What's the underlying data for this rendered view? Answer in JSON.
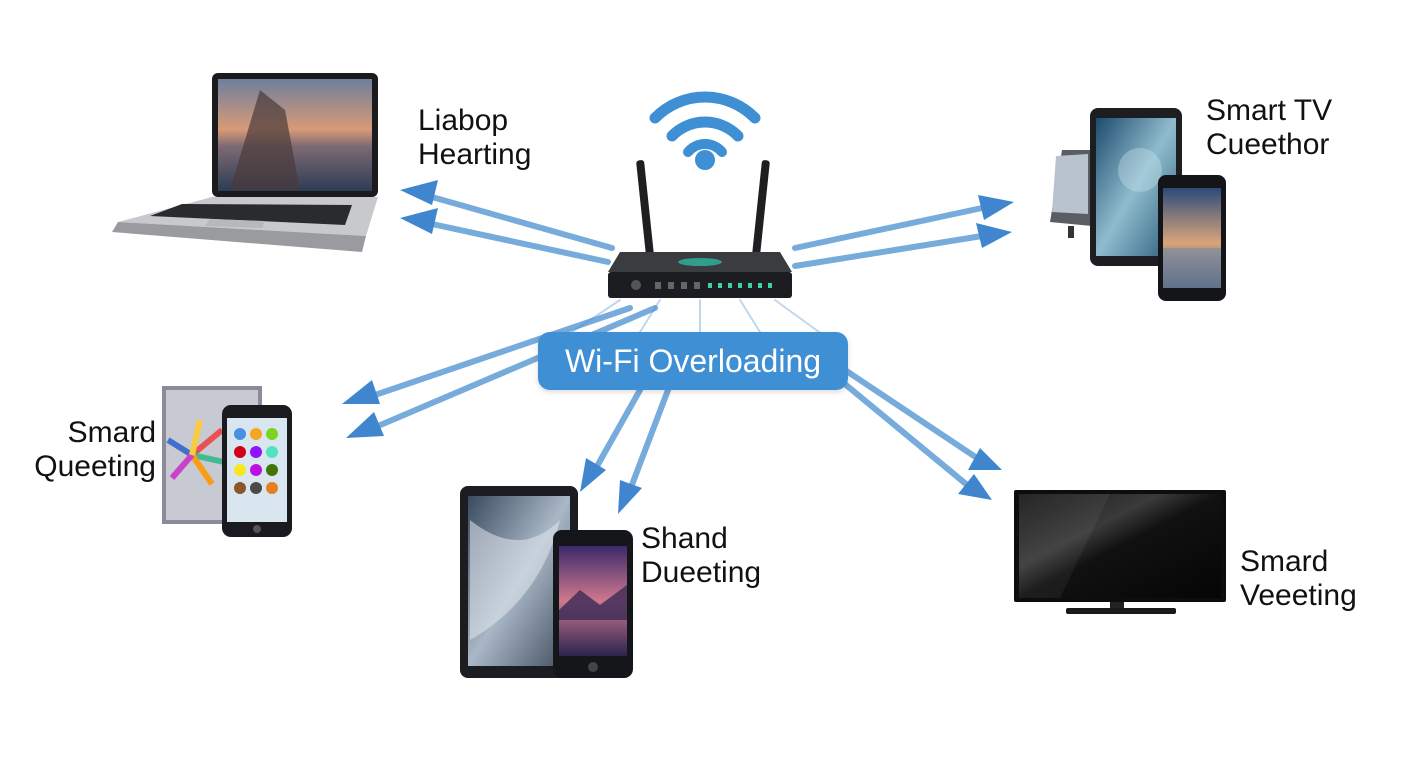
{
  "colors": {
    "accent": "#3f8fd4",
    "arrow": "#4a90d0",
    "text": "#111111",
    "background": "#ffffff"
  },
  "center": {
    "label": "Wi-Fi Overloading",
    "device": "router-icon",
    "signal": "wifi-signal-icon"
  },
  "devices": [
    {
      "id": "laptop",
      "icon": "laptop-icon",
      "label_lines": [
        "Liabop",
        "Hearting"
      ]
    },
    {
      "id": "smart-tv-tablet",
      "icon": "tablet-phone-icon",
      "label_lines": [
        "Smart TV",
        "Cueethor"
      ]
    },
    {
      "id": "phone-left",
      "icon": "smartphone-icon",
      "label_lines": [
        "Smard",
        "Queeting"
      ]
    },
    {
      "id": "tablet-phone",
      "icon": "tablet-phone-icon",
      "label_lines": [
        "Shand",
        "Dueeting"
      ]
    },
    {
      "id": "tv",
      "icon": "tv-icon",
      "label_lines": [
        "Smard",
        "Veeeting"
      ]
    }
  ]
}
